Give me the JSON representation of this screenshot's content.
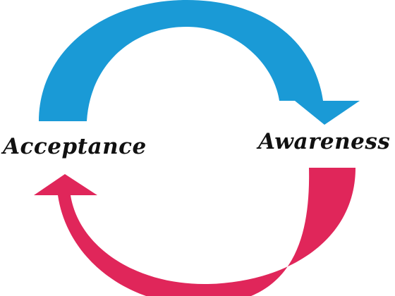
{
  "diagram": {
    "labels": {
      "left": "Acceptance",
      "right": "Awareness"
    },
    "colors": {
      "top_arrow": "#1a9ad6",
      "bottom_arrow": "#e0265a",
      "text": "#111111",
      "background": "#ffffff"
    },
    "arrows": [
      {
        "from": "Acceptance",
        "to": "Awareness",
        "direction": "clockwise"
      },
      {
        "from": "Awareness",
        "to": "Acceptance",
        "direction": "clockwise"
      }
    ]
  }
}
